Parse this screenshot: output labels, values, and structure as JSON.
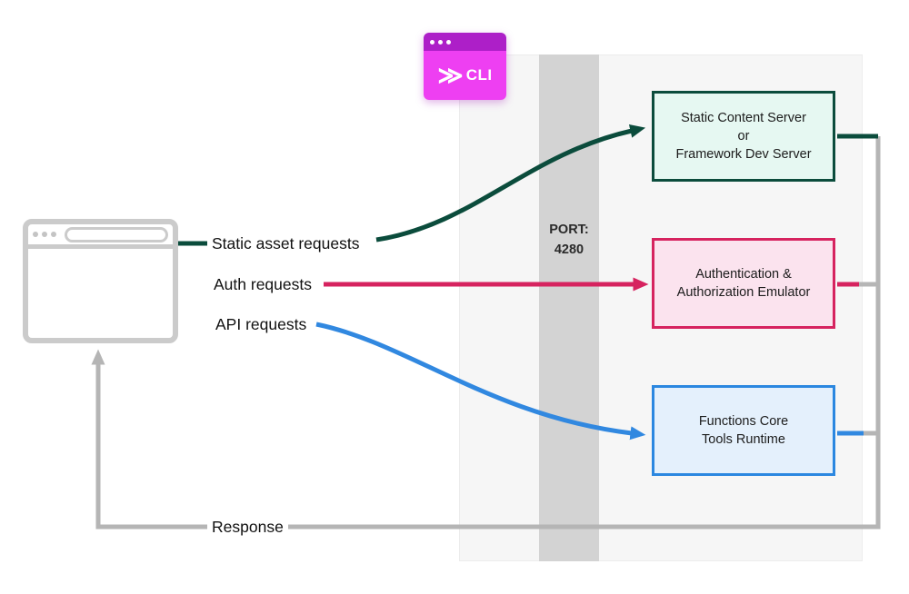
{
  "diagram": {
    "cli_icon": {
      "chevrons": "≫",
      "label": "CLI"
    },
    "port_label": "PORT:\n4280",
    "flow_labels": {
      "static": "Static asset requests",
      "auth": "Auth requests",
      "api": "API requests",
      "response": "Response"
    },
    "boxes": [
      {
        "id": "static-content-server",
        "label": "Static Content Server\nor\nFramework Dev Server",
        "border_color": "#0b4c3c",
        "fill_color": "#e6f8f2"
      },
      {
        "id": "auth-emulator",
        "label": "Authentication &\nAuthorization Emulator",
        "border_color": "#d6235f",
        "fill_color": "#fbe3ee"
      },
      {
        "id": "functions-core-tools",
        "label": "Functions Core\nTools Runtime",
        "border_color": "#2b87e0",
        "fill_color": "#e4f0fc"
      }
    ],
    "colors": {
      "static_flow": "#0b4c3c",
      "auth_flow": "#d6235f",
      "api_flow": "#3188e0",
      "response_flow": "#b5b5b5",
      "port_bar": "#d3d3d3",
      "panel_background": "#f6f6f6",
      "cli_title_bar": "#ad1fc8",
      "cli_body": "#ee3ff2",
      "browser_chrome": "#cbcbcb"
    }
  }
}
